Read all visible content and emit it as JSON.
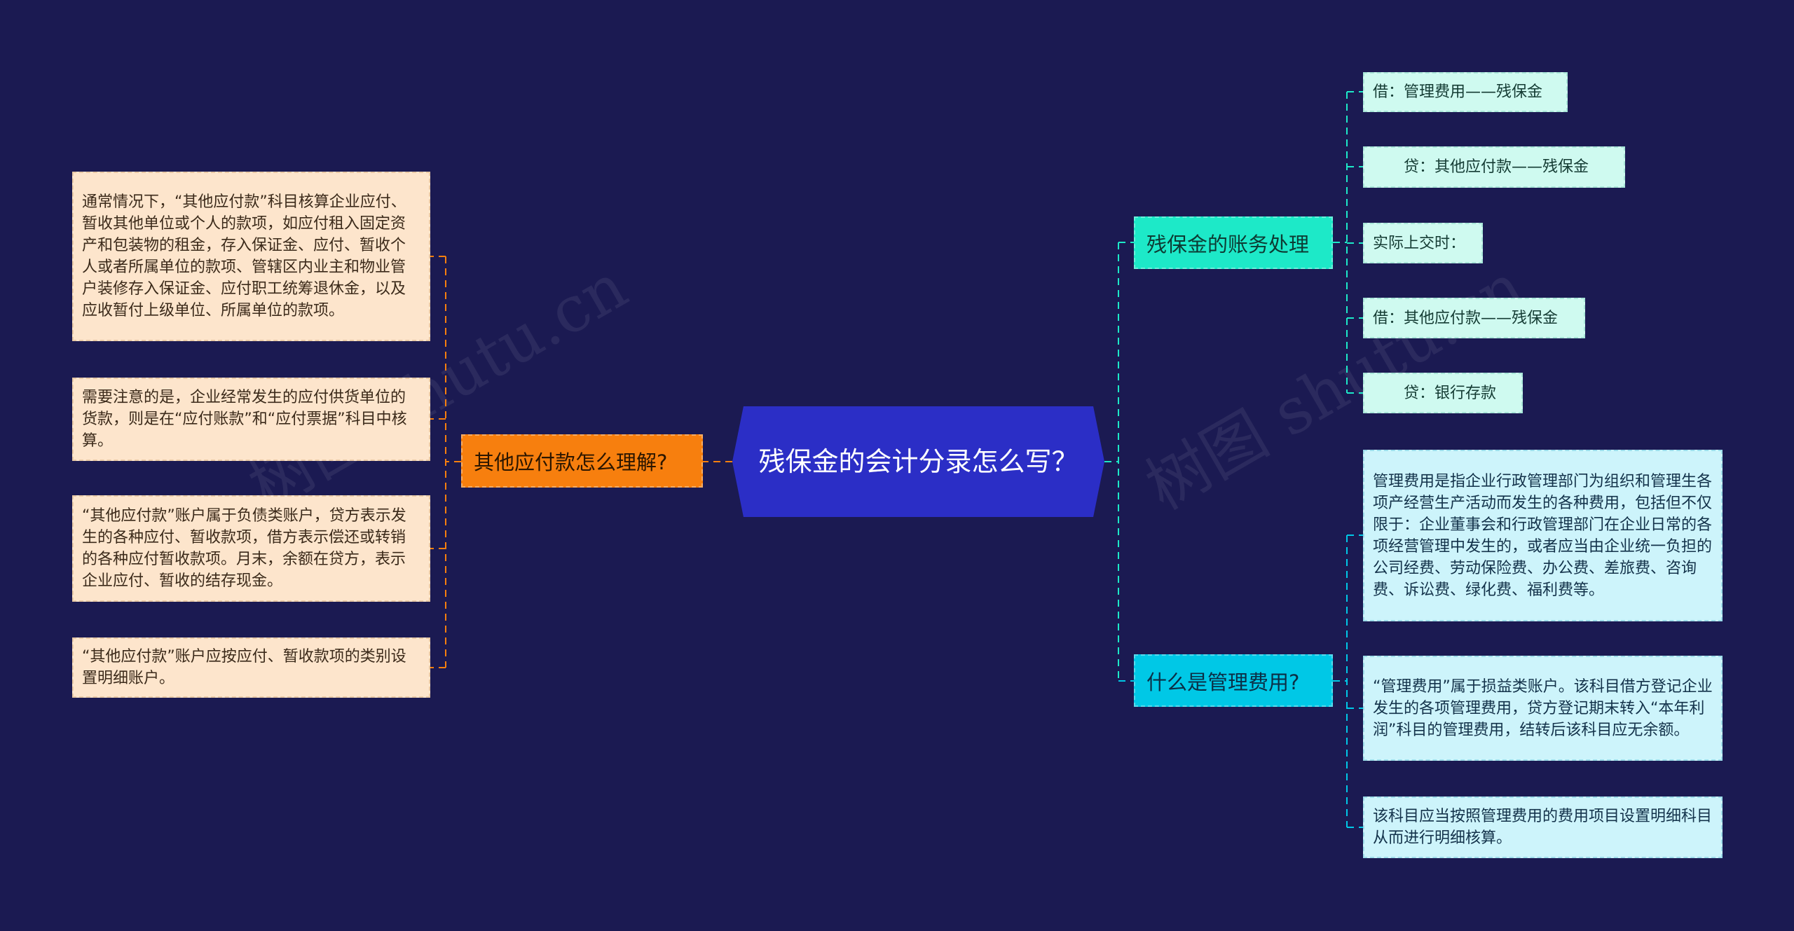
{
  "center": {
    "label": "残保金的会计分录怎么写？"
  },
  "left": {
    "label": "其他应付款怎么理解?",
    "color": "#f77f0e",
    "items": [
      "通常情况下，“其他应付款”科目核算企业应付、暂收其他单位或个人的款项，如应付租入固定资产和包装物的租金，存入保证金、应付、暂收个人或者所属单位的款项、管辖区内业主和物业管户装修存入保证金、应付职工统筹退休金，以及应收暂付上级单位、所属单位的款项。",
      "需要注意的是，企业经常发生的应付供货单位的货款，则是在“应付账款”和“应付票据”科目中核算。",
      "“其他应付款”账户属于负债类账户，贷方表示发生的各种应付、暂收款项，借方表示偿还或转销的各种应付暂收款项。月末，余额在贷方，表示企业应付、暂收的结存现金。",
      "“其他应付款”账户应按应付、暂收款项的类别设置明细账户。"
    ]
  },
  "right_top": {
    "label": "残保金的账务处理",
    "color": "#1de9c8",
    "items": [
      "借：管理费用——残保金",
      "　　贷：其他应付款——残保金",
      "实际上交时：",
      "借：其他应付款——残保金",
      "　　贷：银行存款"
    ]
  },
  "right_bottom": {
    "label": "什么是管理费用?",
    "color": "#00c8e6",
    "items": [
      "管理费用是指企业行政管理部门为组织和管理生各项产经营生产活动而发生的各种费用，包括但不仅限于：企业董事会和行政管理部门在企业日常的各项经营管理中发生的，或者应当由企业统一负担的公司经费、劳动保险费、办公费、差旅费、咨询费、诉讼费、绿化费、福利费等。",
      "“管理费用”属于损益类账户。该科目借方登记企业发生的各项管理费用，贷方登记期末转入“本年利润”科目的管理费用，结转后该科目应无余额。",
      "该科目应当按照管理费用的费用项目设置明细科目从而进行明细核算。"
    ]
  },
  "watermark": "树图 shutu.cn"
}
